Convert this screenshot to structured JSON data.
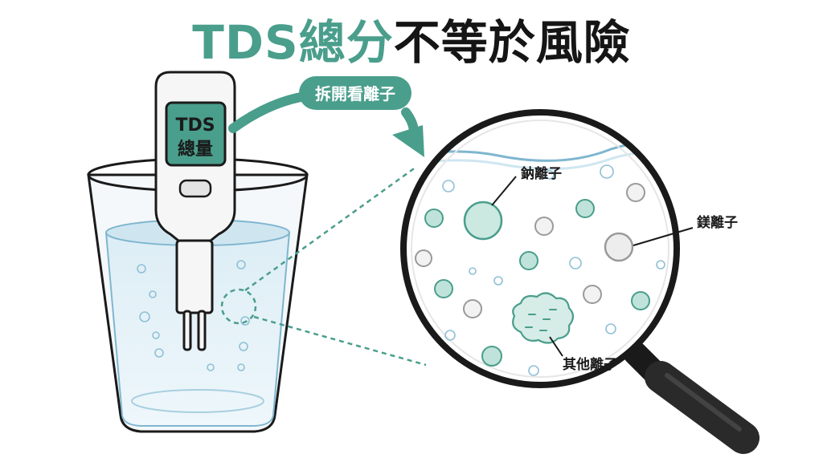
{
  "title": {
    "accent": "TDS總分",
    "rest": "不等於風險"
  },
  "meter": {
    "line1": "TDS",
    "line2": "總量"
  },
  "arrow_label": "拆開看離子",
  "labels": {
    "sodium": "鈉離子",
    "magnesium": "鎂離子",
    "other": "其他離子"
  },
  "colors": {
    "teal": "#4a9e8c",
    "water_line": "#7fb6cf",
    "grey_ion": "#9a9a9a",
    "outline": "#1a1a1a"
  },
  "icons": [
    "tds-meter-icon",
    "glass-of-water-icon",
    "magnifying-glass-icon",
    "ion-icon",
    "arrow-icon"
  ]
}
